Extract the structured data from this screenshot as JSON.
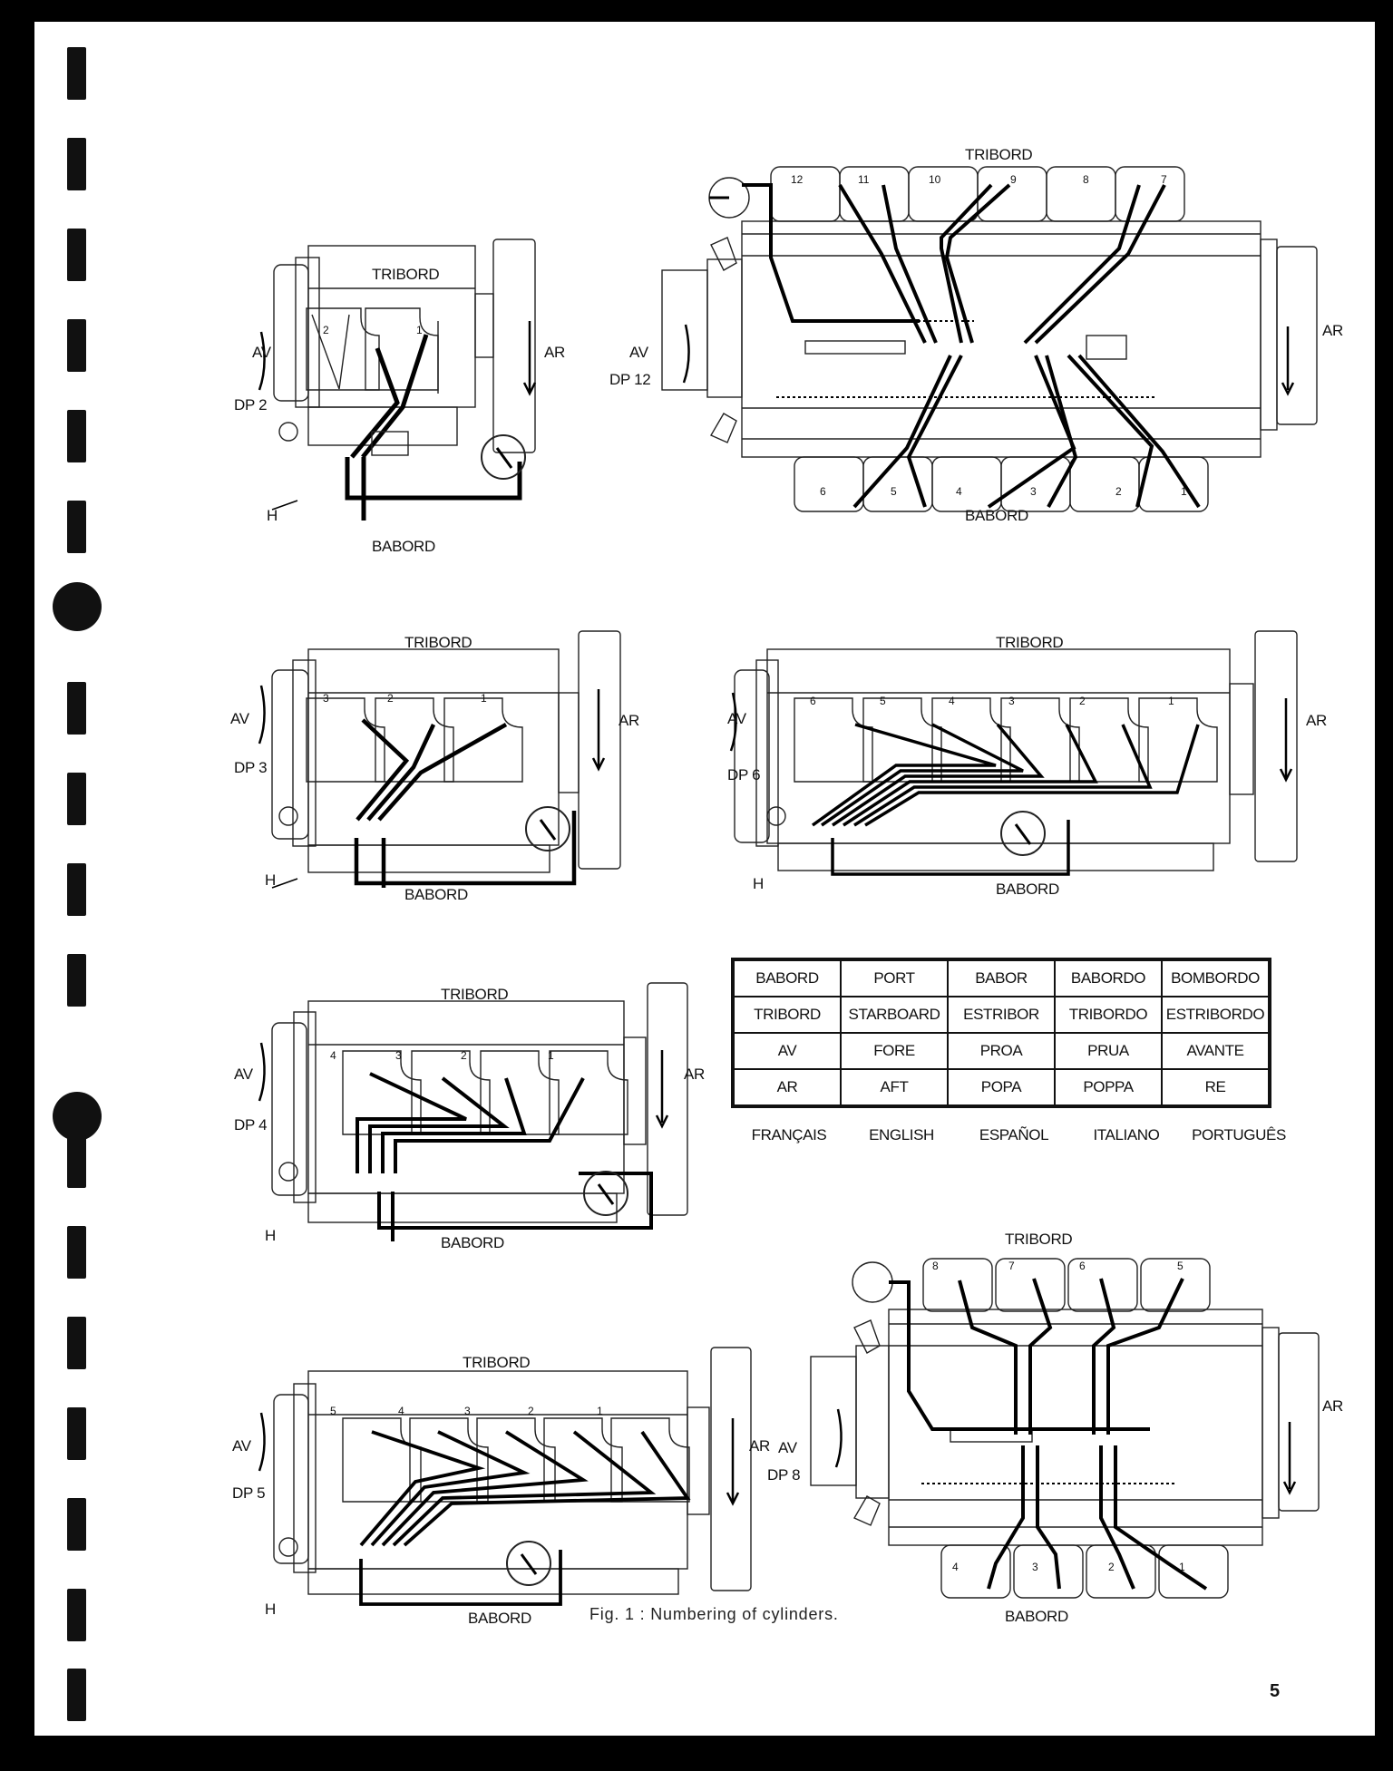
{
  "labels": {
    "starboard": "TRIBORD",
    "port": "BABORD",
    "fore": "AV",
    "aft": "AR",
    "h": "H"
  },
  "dp": {
    "dp2": "DP 2",
    "dp3": "DP 3",
    "dp4": "DP 4",
    "dp5": "DP 5",
    "dp6": "DP 6",
    "dp8": "DP 8",
    "dp12": "DP 12"
  },
  "table": {
    "rows": [
      [
        "BABORD",
        "PORT",
        "BABOR",
        "BABORDO",
        "BOMBORDO"
      ],
      [
        "TRIBORD",
        "STARBOARD",
        "ESTRIBOR",
        "TRIBORDO",
        "ESTRIBORDO"
      ],
      [
        "AV",
        "FORE",
        "PROA",
        "PRUA",
        "AVANTE"
      ],
      [
        "AR",
        "AFT",
        "POPA",
        "POPPA",
        "RE"
      ]
    ],
    "languages": [
      "FRANÇAIS",
      "ENGLISH",
      "ESPAÑOL",
      "ITALIANO",
      "PORTUGUÊS"
    ]
  },
  "caption": "Fig. 1 : Numbering of cylinders.",
  "page_number": "5"
}
